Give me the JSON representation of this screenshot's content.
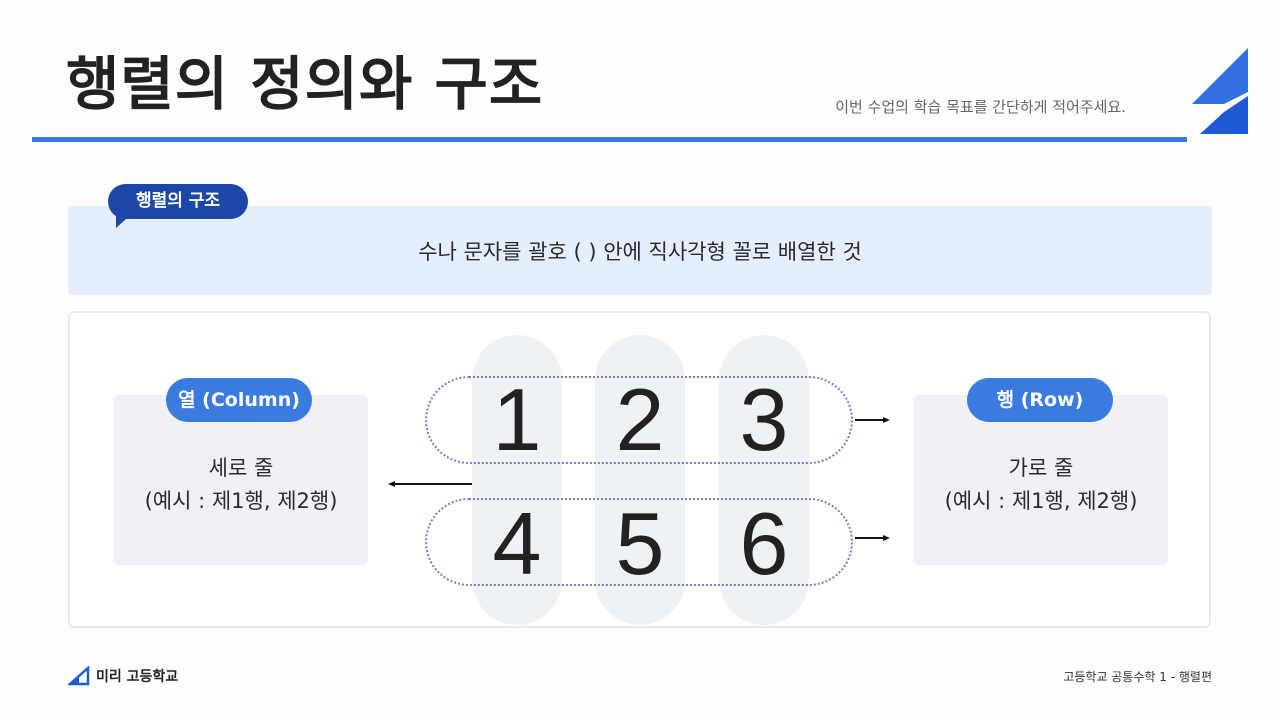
{
  "slide": {
    "title": "행렬의 정의와 구조",
    "subtitle": "이번 수업의 학습 목표를 간단하게 적어주세요."
  },
  "definition": {
    "badge": "행렬의 구조",
    "text": "수나 문자를 괄호 ( ) 안에 직사각형 꼴로 배열한 것"
  },
  "matrix": {
    "rows": [
      [
        "1",
        "2",
        "3"
      ],
      [
        "4",
        "5",
        "6"
      ]
    ]
  },
  "column_card": {
    "pill": "열 (Column)",
    "line1": "세로 줄",
    "line2": "(예시 : 제1행, 제2행)"
  },
  "row_card": {
    "pill": "행 (Row)",
    "line1": "가로 줄",
    "line2": "(예시 : 제1행, 제2행)"
  },
  "footer": {
    "logo_text": "미리 고등학교",
    "right_text": "고등학교 공통수학 1 - 행렬편"
  },
  "colors": {
    "accent": "#3a7be0",
    "navy": "#1b48a8",
    "light_blue_bg": "#e4eefc",
    "dotted_border": "#7b79c8"
  },
  "icons": [
    "corner-stripes-icon",
    "school-logo-icon"
  ]
}
